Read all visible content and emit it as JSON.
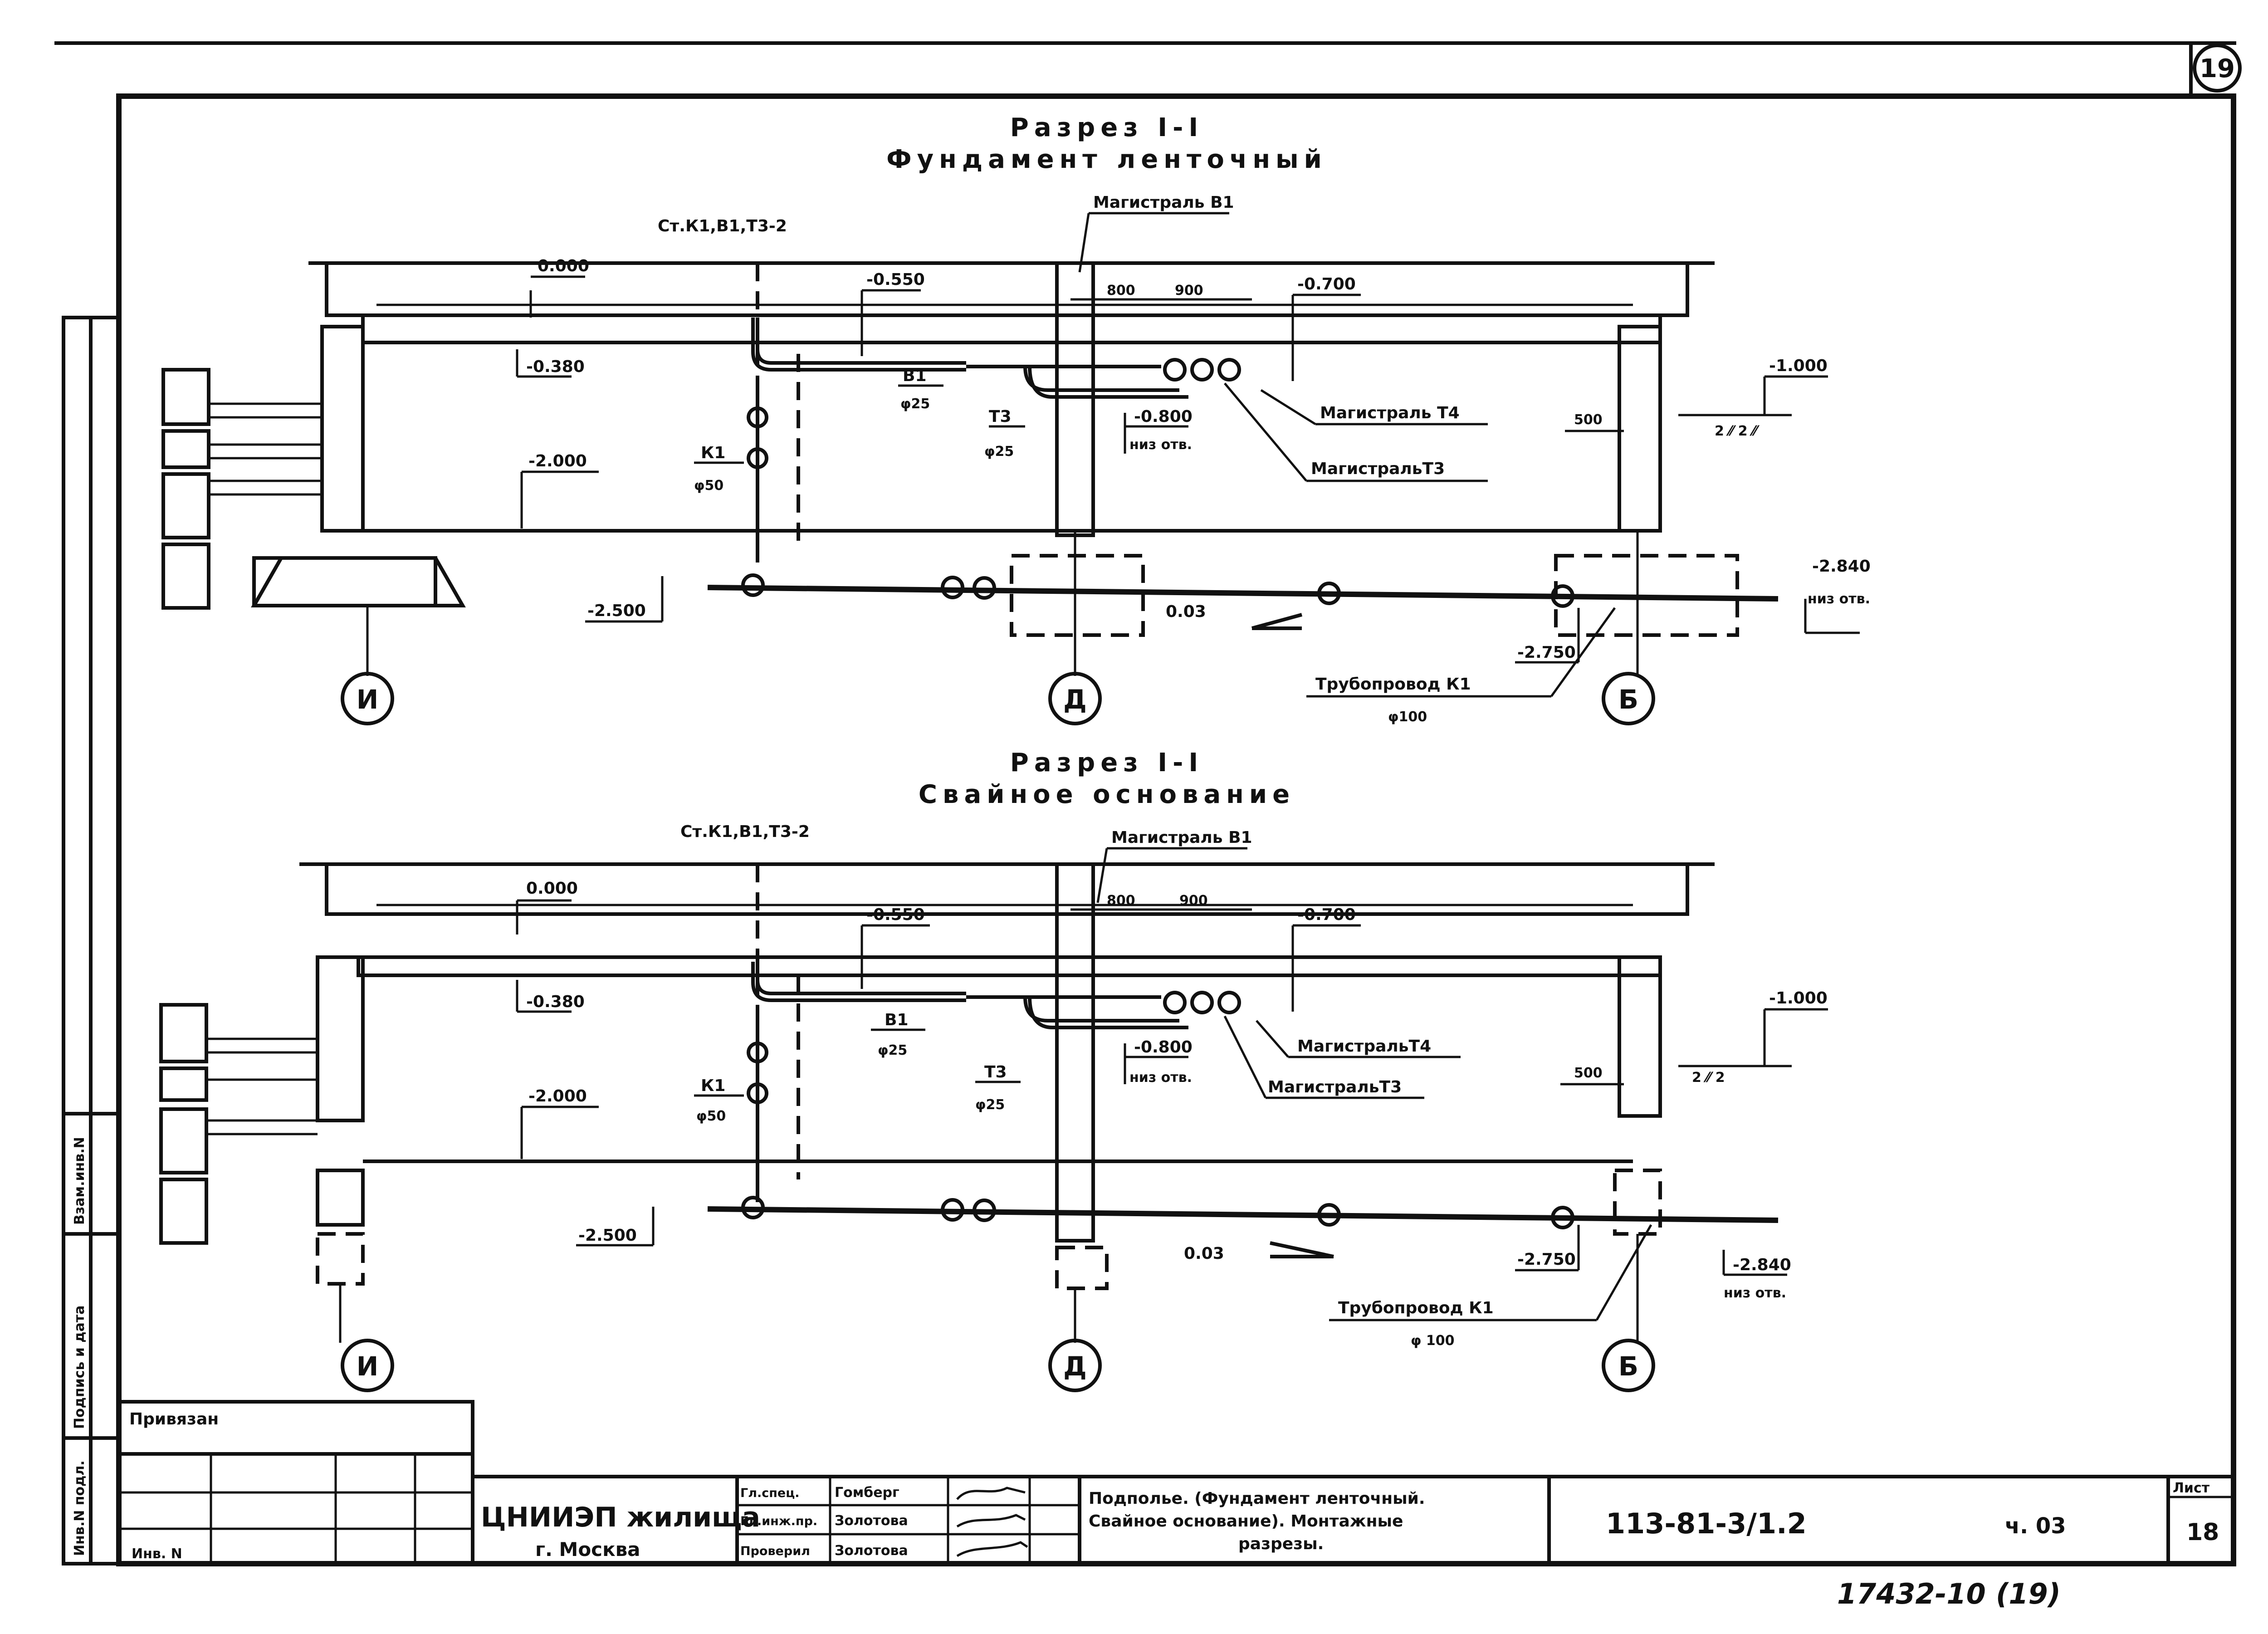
{
  "sheet_number_circle": "19",
  "bottom_stamp": "17432-10",
  "bottom_stamp_circle": "(19)",
  "section_top": {
    "title": "Разрез I-I",
    "subtitle": "Фундамент ленточный",
    "riser_label": "Ст.К1,В1,Т3-2",
    "main_b1": "Магистраль В1",
    "dim_800": "800",
    "dim_900": "900",
    "dim_500": "500",
    "lvl_0": "0.000",
    "lvl_0550": "-0.550",
    "lvl_0700": "-0.700",
    "lvl_0380": "-0.380",
    "lvl_2000": "-2.000",
    "lvl_0800": "-0.800",
    "lvl_0800_note": "низ отв.",
    "lvl_1000": "-1.000",
    "lvl_2500": "-2.500",
    "lvl_2750": "-2.750",
    "lvl_2840": "-2.840",
    "lvl_2840_note": "низ отв.",
    "pipe_b1": "В1",
    "pipe_b1_d": "φ25",
    "pipe_t3": "Т3",
    "pipe_t3_d": "φ25",
    "pipe_k1": "К1",
    "pipe_k1_d": "φ50",
    "main_t4": "Магистраль Т4",
    "main_t3": "МагистральТ3",
    "slope": "0.03",
    "pipe_main_k1": "Трубопровод К1",
    "pipe_main_k1_d": "φ100",
    "mark_2z": "2 ⁄⁄ 2 ⁄⁄",
    "axis_i": "И",
    "axis_d": "Д",
    "axis_b": "Б"
  },
  "section_bottom": {
    "title": "Разрез I-I",
    "subtitle": "Свайное основание",
    "riser_label": "Ст.К1,В1,Т3-2",
    "main_b1": "Магистраль В1",
    "dim_800": "800",
    "dim_900": "900",
    "dim_500": "500",
    "lvl_0": "0.000",
    "lvl_0550": "-0.550",
    "lvl_0700": "-0.700",
    "lvl_0380": "-0.380",
    "lvl_2000": "-2.000",
    "lvl_0800": "-0.800",
    "lvl_0800_note": "низ отв.",
    "lvl_1000": "-1.000",
    "lvl_2500": "-2.500",
    "lvl_2750": "-2.750",
    "lvl_2840": "-2.840",
    "lvl_2840_note": "низ отв.",
    "pipe_b1": "В1",
    "pipe_b1_d": "φ25",
    "pipe_t3": "Т3",
    "pipe_t3_d": "φ25",
    "pipe_k1": "К1",
    "pipe_k1_d": "φ50",
    "main_t4": "МагистральТ4",
    "main_t3": "МагистральТ3",
    "slope": "0.03",
    "pipe_main_k1": "Трубопровод К1",
    "pipe_main_k1_d": "φ 100",
    "mark_2z": "2 ⁄⁄ 2",
    "axis_i": "И",
    "axis_d": "Д",
    "axis_b": "Б"
  },
  "side_strip": {
    "inv_podl": "Инв.N подл.",
    "podpis": "Подпись и дата",
    "vzam": "Взам.инв.N"
  },
  "title_block": {
    "privyazan": "Привязан",
    "inv_n": "Инв. N",
    "org_name": "ЦНИИЭП жилища",
    "org_city": "г. Москва",
    "role1": "Гл.спец.",
    "person1": "Гомберг",
    "role2": "Гл.инж.пр.",
    "person2": "Золотова",
    "role3": "Проверил",
    "person3": "Золотова",
    "desc_line1": "Подполье. (Фундамент ленточный.",
    "desc_line2": "Свайное основание). Монтажные",
    "desc_line3": "разрезы.",
    "doc_code": "113-81-3/1.2",
    "part": "ч. 03",
    "sheet_label": "Лист",
    "sheet_value": "18"
  },
  "colors": {
    "ink": "#111111",
    "paper": "#ffffff"
  }
}
